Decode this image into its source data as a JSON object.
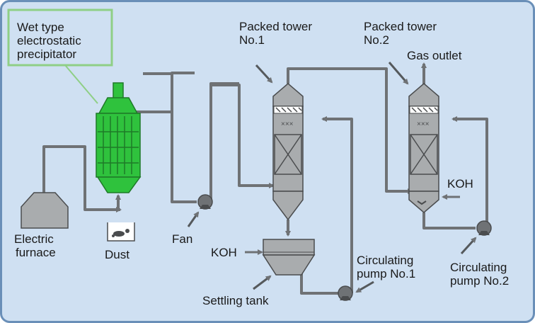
{
  "colors": {
    "background": "#cfe0f2",
    "border": "#6a8fb8",
    "callout_border": "#8fcf86",
    "equipment_gray": "#a9acae",
    "equipment_dark": "#4a4c4e",
    "precipitator_green": "#2fc23d",
    "pipe": "#6f7275",
    "pointer_arrow": "#55595c"
  },
  "labels": {
    "callout_line1": "Wet type",
    "callout_line2": "electrostatic",
    "callout_line3": "precipitator",
    "furnace_line1": "Electric",
    "furnace_line2": "furnace",
    "dust": "Dust",
    "fan": "Fan",
    "tower1_line1": "Packed tower",
    "tower1_line2": "No.1",
    "tower2_line1": "Packed tower",
    "tower2_line2": "No.2",
    "gas_outlet": "Gas outlet",
    "koh_tank": "KOH",
    "koh_tower2": "KOH",
    "settling_tank": "Settling tank",
    "pump1_line1": "Circulating",
    "pump1_line2": "pump No.1",
    "pump2_line1": "Circulating",
    "pump2_line2": "pump No.2"
  }
}
